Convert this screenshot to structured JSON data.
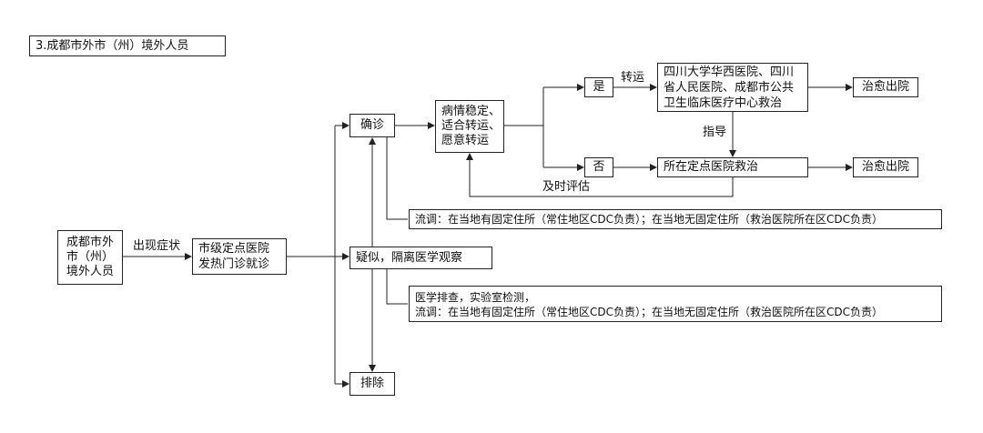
{
  "title": "3.成都市外市（州）境外人员",
  "nodes": {
    "origin": "成都市外\n市（州）\n境外人员",
    "clinic": "市级定点医院\n发热门诊就诊",
    "confirmed": "确诊",
    "suspected": "疑似，隔离医学观察",
    "excluded": "排除",
    "stable": "病情稳定、\n适合转运、\n愿意转运",
    "yes": "是",
    "no": "否",
    "big_hospitals": "四川大学华西医院、四川\n省人民医院、成都市公共\n卫生临床医疗中心救治",
    "local_hospital": "所在定点医院救治",
    "discharge1": "治愈出院",
    "discharge2": "治愈出院",
    "note_confirmed": "流调：在当地有固定住所（常住地区CDC负责）；在当地无固定住所（救治医院所在区CDC负责）",
    "note_suspected": "医学排查，实验室检测，\n流调：在当地有固定住所（常住地区CDC负责）；在当地无固定住所（救治医院所在区CDC负责）"
  },
  "edge_labels": {
    "symptoms": "出现症状",
    "transfer": "转运",
    "guide": "指导",
    "evaluate": "及时评估"
  }
}
